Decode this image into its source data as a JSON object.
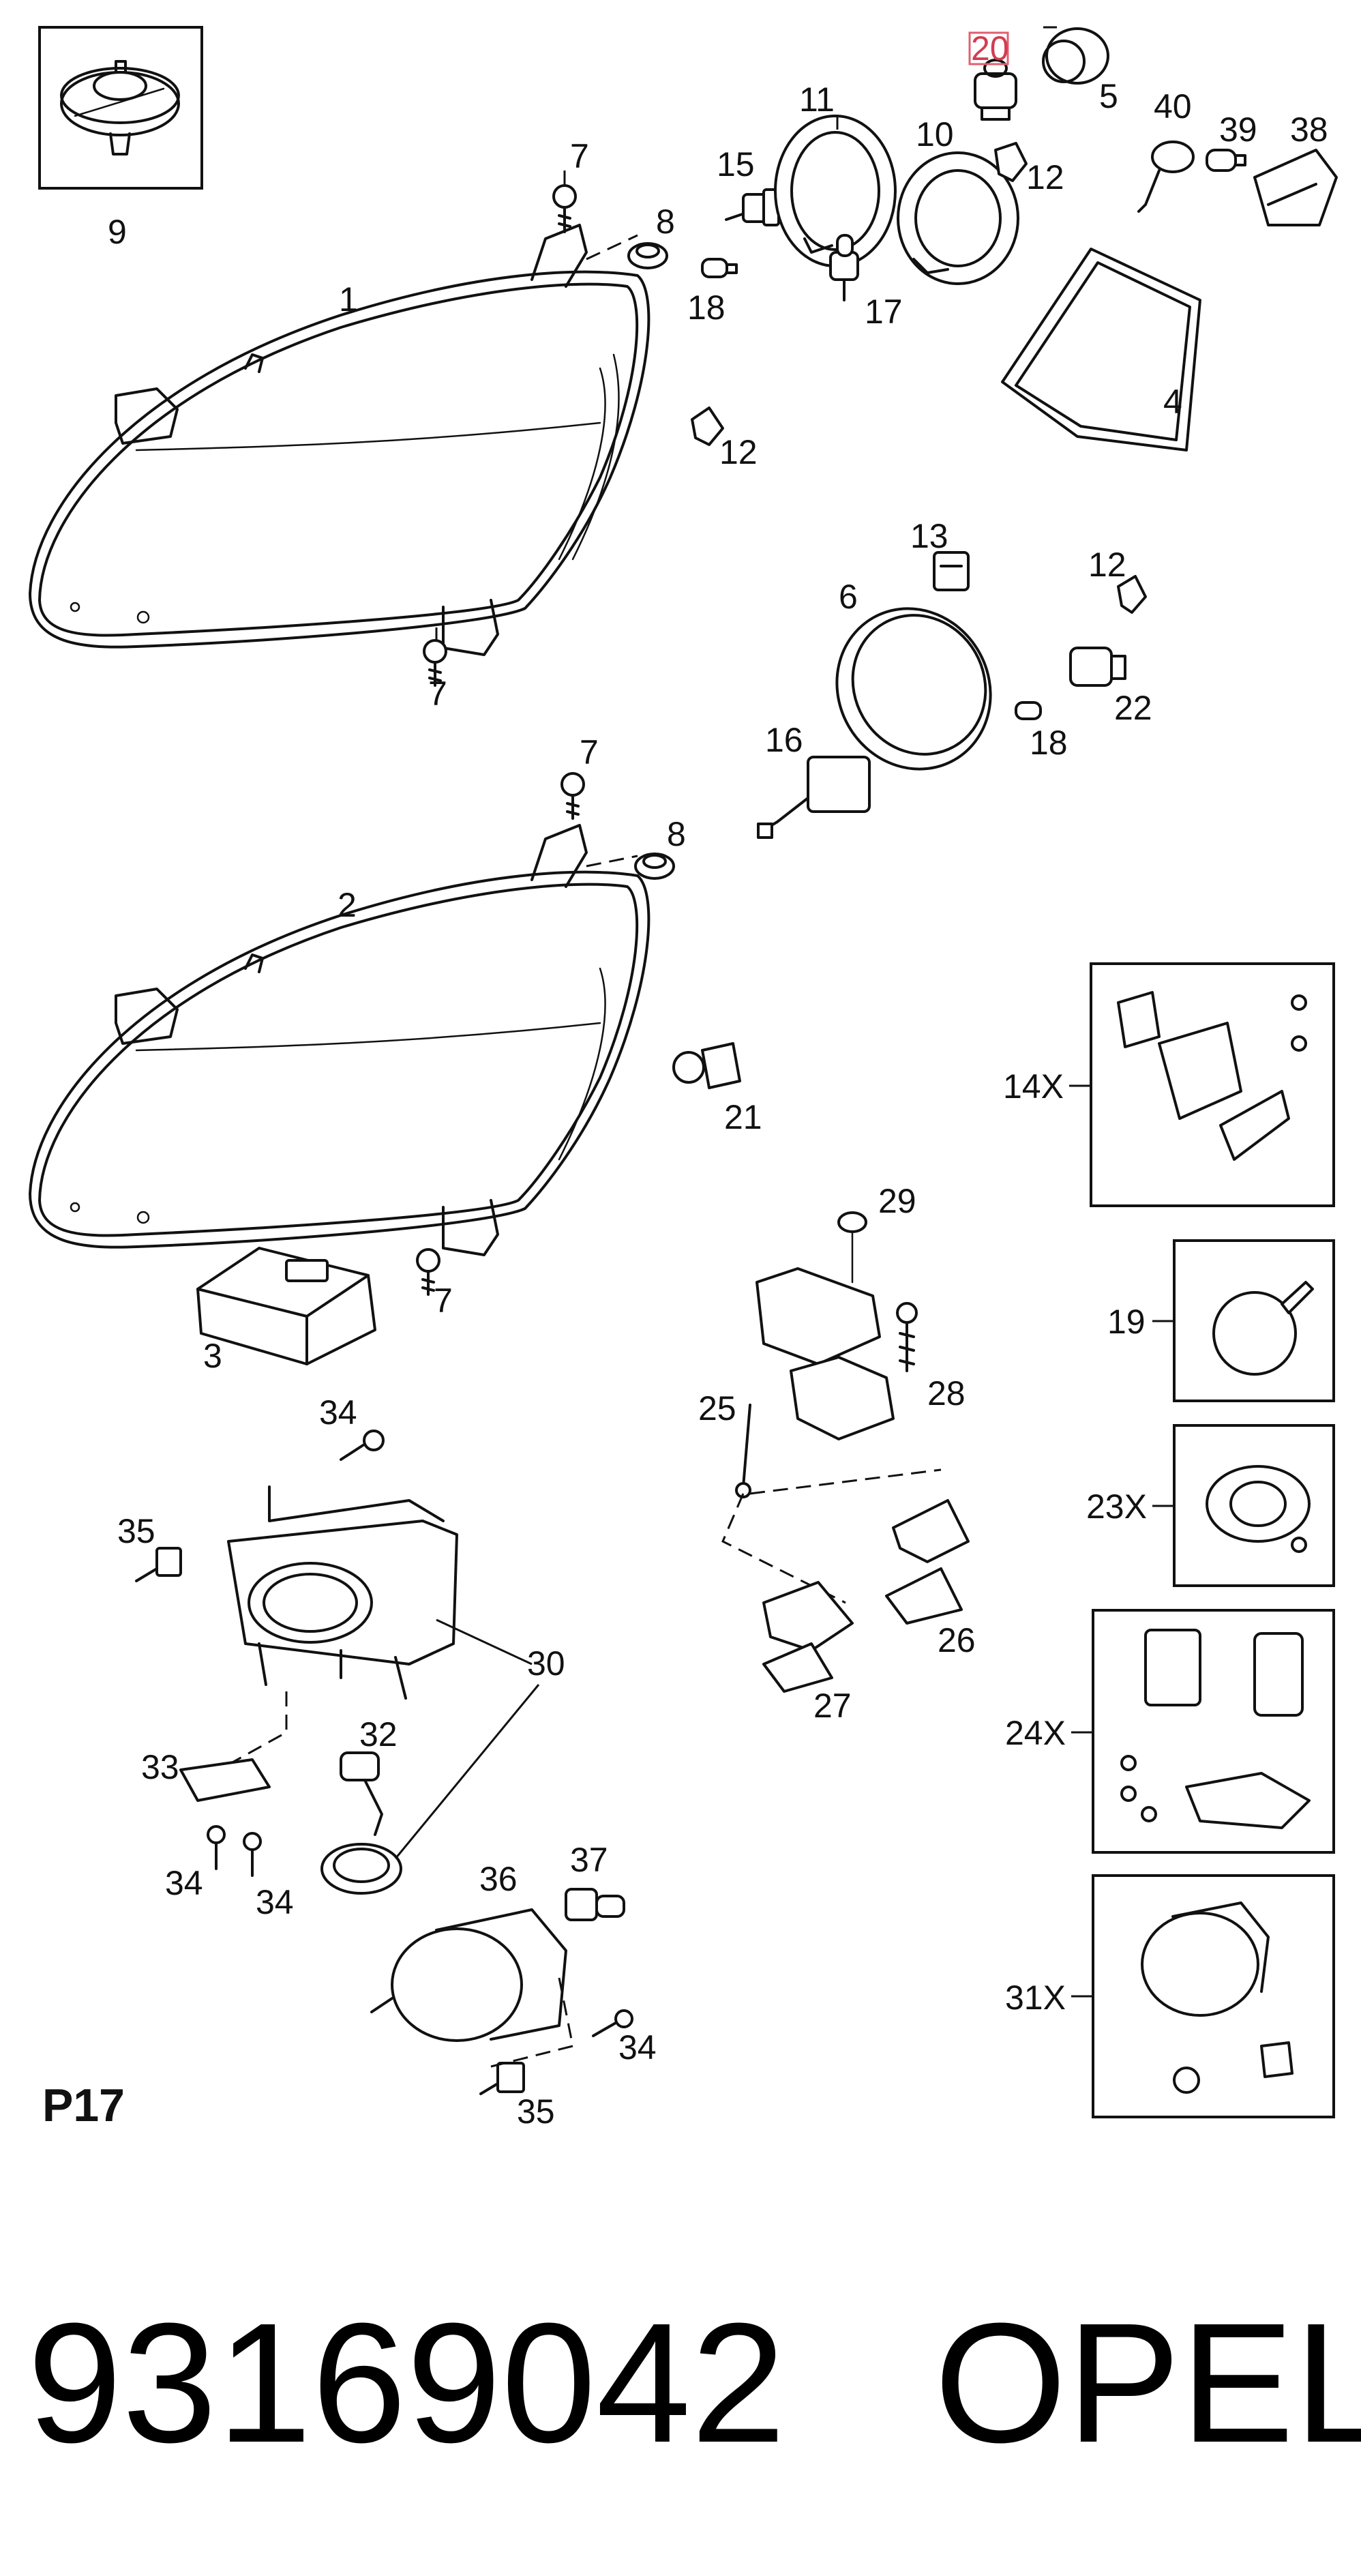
{
  "sheet_id": "P17",
  "part_number": "93169042",
  "brand": "OPEL",
  "highlighted_callout": "20",
  "callouts": {
    "c1": "1",
    "c2": "2",
    "c3": "3",
    "c4": "4",
    "c5": "5",
    "c6": "6",
    "c7a": "7",
    "c7b": "7",
    "c7c": "7",
    "c7d": "7",
    "c8a": "8",
    "c8b": "8",
    "c9": "9",
    "c10": "10",
    "c11": "11",
    "c12a": "12",
    "c12b": "12",
    "c12c": "12",
    "c13": "13",
    "c14x": "14X",
    "c15": "15",
    "c16": "16",
    "c17": "17",
    "c18a": "18",
    "c18b": "18",
    "c19": "19",
    "c20": "20",
    "c21": "21",
    "c22": "22",
    "c23x": "23X",
    "c24x": "24X",
    "c25": "25",
    "c26": "26",
    "c27": "27",
    "c28": "28",
    "c29": "29",
    "c30": "30",
    "c31x": "31X",
    "c32": "32",
    "c33": "33",
    "c34a": "34",
    "c34b": "34",
    "c34c": "34",
    "c34d": "34",
    "c35a": "35",
    "c35b": "35",
    "c36": "36",
    "c37": "37",
    "c38": "38",
    "c39": "39",
    "c40": "40"
  }
}
